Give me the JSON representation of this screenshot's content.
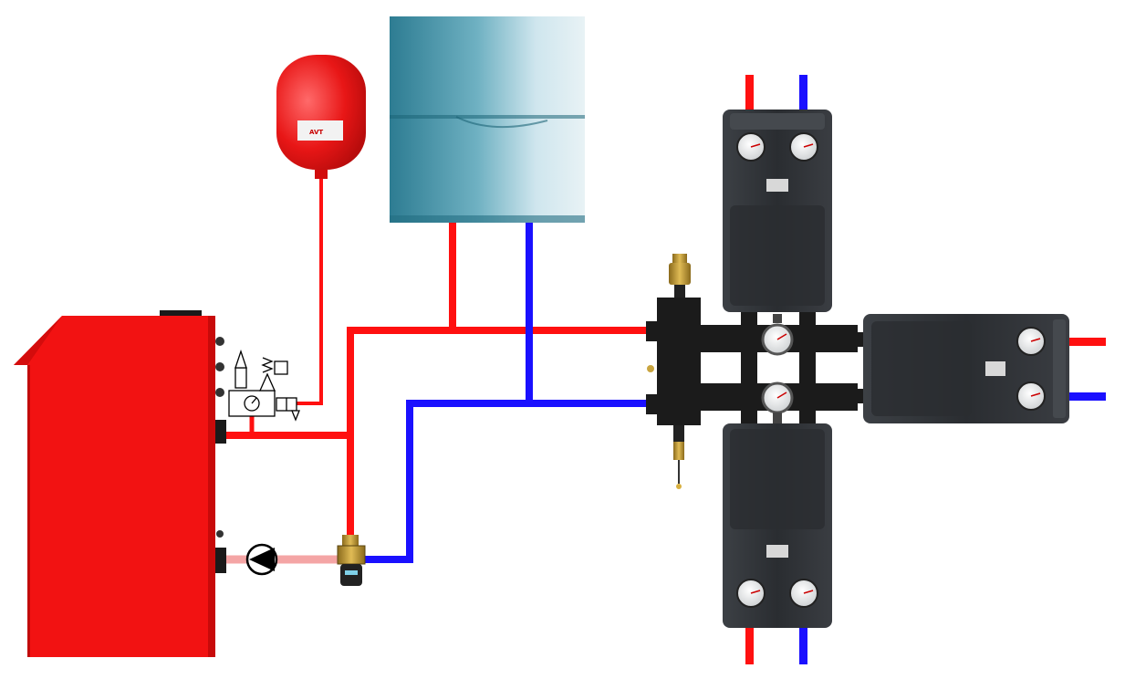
{
  "diagram": {
    "colors": {
      "supply": "#ff1010",
      "return": "#1a10ff",
      "bypass": "#f4a5a5",
      "boiler": "#f21212",
      "wall_boiler": "#3f8a9e",
      "group_body": "#2f3236",
      "dark_fitting": "#1a1a1a"
    },
    "expansion_tank": {
      "brand_text": "AVT"
    },
    "components": [
      "solid-fuel-boiler",
      "wall-gas-boiler",
      "expansion-tank",
      "safety-group",
      "circulation-pump",
      "three-way-mixing-valve",
      "hydraulic-separator",
      "pump-group-top",
      "pump-group-right",
      "pump-group-bottom"
    ]
  }
}
